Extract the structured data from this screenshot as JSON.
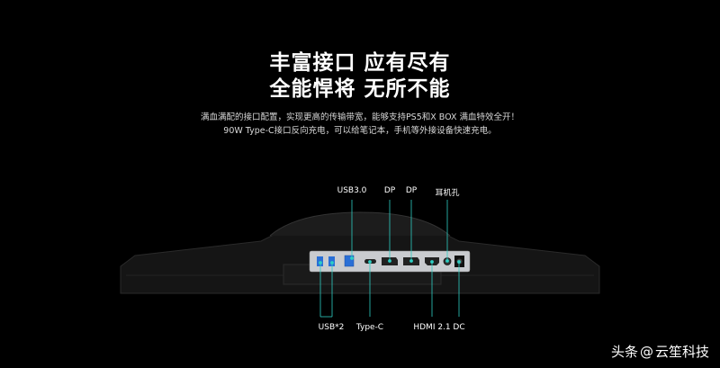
{
  "headline": {
    "line1": "丰富接口 应有尽有",
    "line2": "全能悍将 无所不能"
  },
  "description": {
    "line1": "满血满配的接口配置，实现更高的传输带宽，能够支持PS5和X BOX 满血特效全开！",
    "line2": "90W Type-C接口反向充电，可以给笔记本，手机等外接设备快速充电。"
  },
  "ports_top": [
    "USB3.0",
    "DP",
    "DP",
    "耳机孔"
  ],
  "ports_bottom": [
    "USB*2",
    "Type-C",
    "HDMI 2.1",
    "DC"
  ],
  "watermark": {
    "prefix": "头条",
    "at": "@",
    "account": "云笙科技"
  },
  "colors": {
    "background": "#000000",
    "callout_line": "#2ecfc4",
    "usb_accent": "#2a6fd6",
    "panel": "#c9cbcf"
  }
}
